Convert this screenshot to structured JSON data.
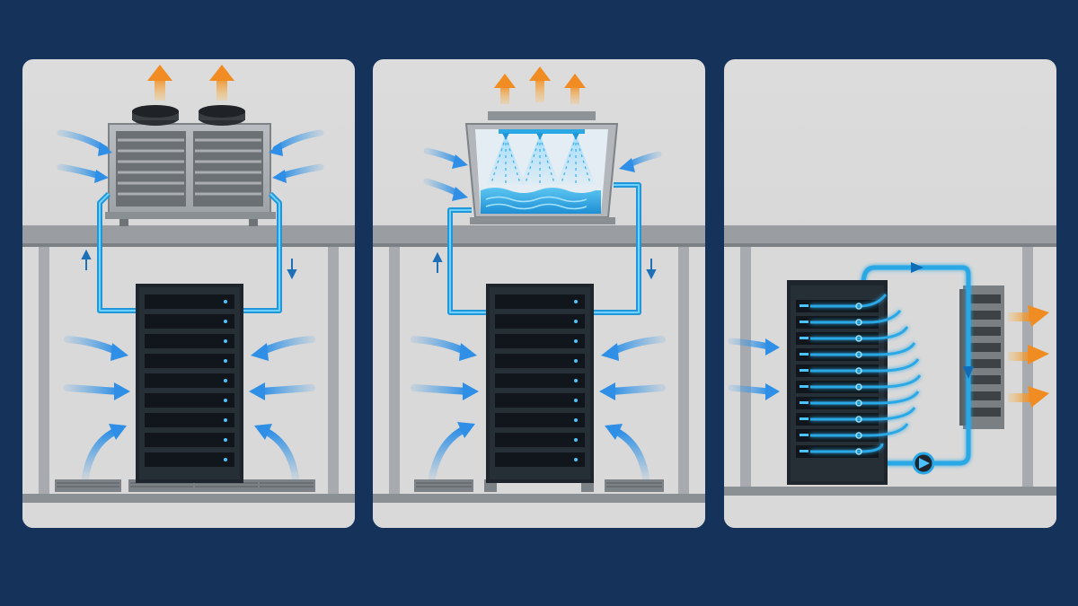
{
  "panels": [
    {
      "id": "air-cooling-dry-cooler"
    },
    {
      "id": "evaporative-cooling-tower"
    },
    {
      "id": "direct-liquid-cooling"
    }
  ],
  "colors": {
    "background": "#15325a",
    "panel": "#d6d6d6",
    "coolant": "#2aa8e6",
    "airflow": "#3c9be8",
    "heat_exhaust": "#f29a2e",
    "rack": "#1e252c",
    "led": "#4cc3ff",
    "structure": "#8d9196"
  },
  "icons": [
    "airflow-arrow-icon",
    "heat-exhaust-arrow-icon",
    "coolant-direction-icon",
    "pump-icon",
    "server-rack-icon",
    "fan-icon"
  ]
}
